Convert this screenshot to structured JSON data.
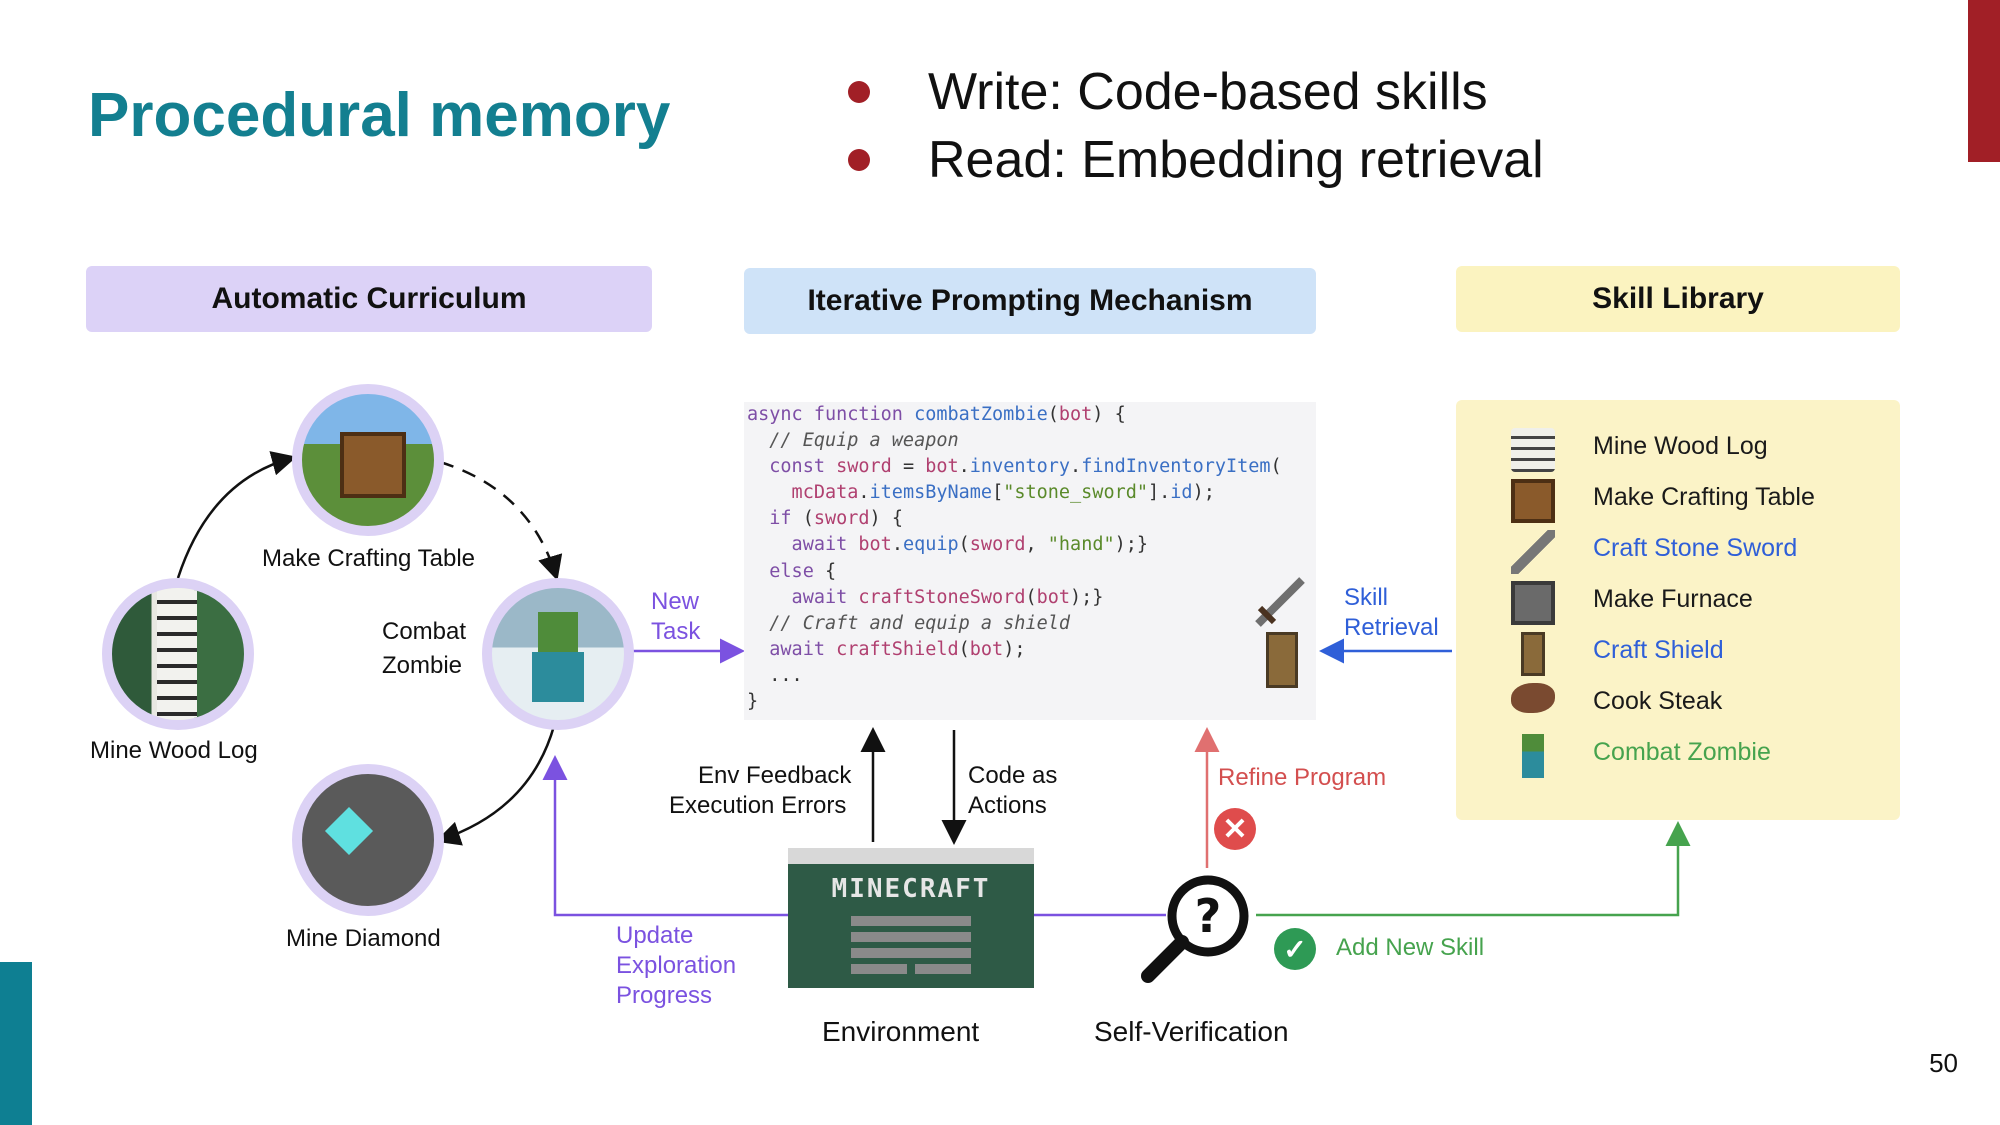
{
  "slide": {
    "title": "Procedural memory",
    "bullets": [
      "Write: Code-based skills",
      "Read: Embedding retrieval"
    ],
    "page_number": "50",
    "accent_color": "#137f90",
    "bullet_color": "#a11f26"
  },
  "diagram": {
    "headers": {
      "curriculum": "Automatic Curriculum",
      "prompting": "Iterative Prompting Mechanism",
      "library": "Skill Library"
    },
    "curriculum_nodes": {
      "crafting_table": "Make Crafting Table",
      "combat_zombie_1": "Combat",
      "combat_zombie_2": "Zombie",
      "wood_log": "Mine Wood Log",
      "diamond": "Mine Diamond"
    },
    "new_task": [
      "New",
      "Task"
    ],
    "skill_retrieval": [
      "Skill",
      "Retrieval"
    ],
    "env_feedback": [
      "Env Feedback",
      "Execution Errors"
    ],
    "code_actions": [
      "Code as",
      "Actions"
    ],
    "refine_program": "Refine Program",
    "update_progress": [
      "Update",
      "Exploration",
      "Progress"
    ],
    "add_new_skill": "Add New Skill",
    "environment": "Environment",
    "self_verification": "Self-Verification",
    "minecraft_logo": "MINECRAFT",
    "library_items": [
      {
        "label": "Mine Wood  Log",
        "color": "#1a1a1a",
        "icon": "birch-log-icon"
      },
      {
        "label": "Make Crafting Table",
        "color": "#1a1a1a",
        "icon": "crafting-table-icon"
      },
      {
        "label": "Craft Stone Sword",
        "color": "#2f5fd8",
        "icon": "stone-sword-icon"
      },
      {
        "label": "Make Furnace",
        "color": "#1a1a1a",
        "icon": "furnace-icon"
      },
      {
        "label": "Craft Shield",
        "color": "#2f5fd8",
        "icon": "shield-icon"
      },
      {
        "label": "Cook Steak",
        "color": "#1a1a1a",
        "icon": "steak-icon"
      },
      {
        "label": "Combat Zombie",
        "color": "#46a34e",
        "icon": "zombie-icon"
      }
    ],
    "code_lines": [
      [
        [
          "kw",
          "async function "
        ],
        [
          "fn",
          "combatZombie"
        ],
        [
          "pl",
          "("
        ],
        [
          "id",
          "bot"
        ],
        [
          "pl",
          ") {"
        ]
      ],
      [
        [
          "cm",
          "  // Equip a weapon"
        ]
      ],
      [
        [
          "kw",
          "  const "
        ],
        [
          "id",
          "sword"
        ],
        [
          "pl",
          " = "
        ],
        [
          "id",
          "bot"
        ],
        [
          "pl",
          "."
        ],
        [
          "fn",
          "inventory"
        ],
        [
          "pl",
          "."
        ],
        [
          "fn",
          "findInventoryItem"
        ],
        [
          "pl",
          "("
        ]
      ],
      [
        [
          "id",
          "    mcData"
        ],
        [
          "pl",
          "."
        ],
        [
          "fn",
          "itemsByName"
        ],
        [
          "pl",
          "["
        ],
        [
          "str",
          "\"stone_sword\""
        ],
        [
          "pl",
          "]."
        ],
        [
          "fn",
          "id"
        ],
        [
          "pl",
          ");"
        ]
      ],
      [
        [
          "kw",
          "  if "
        ],
        [
          "pl",
          "("
        ],
        [
          "id",
          "sword"
        ],
        [
          "pl",
          ") {"
        ]
      ],
      [
        [
          "kw",
          "    await "
        ],
        [
          "id",
          "bot"
        ],
        [
          "pl",
          "."
        ],
        [
          "fn",
          "equip"
        ],
        [
          "pl",
          "("
        ],
        [
          "id",
          "sword"
        ],
        [
          "pl",
          ", "
        ],
        [
          "str",
          "\"hand\""
        ],
        [
          "pl",
          ");}"
        ]
      ],
      [
        [
          "kw",
          "  else "
        ],
        [
          "pl",
          "{"
        ]
      ],
      [
        [
          "kw",
          "    await "
        ],
        [
          "id",
          "craftStoneSword"
        ],
        [
          "pl",
          "("
        ],
        [
          "id",
          "bot"
        ],
        [
          "pl",
          ");}"
        ]
      ],
      [
        [
          "cm",
          "  // Craft and equip a shield"
        ]
      ],
      [
        [
          "kw",
          "  await "
        ],
        [
          "id",
          "craftShield"
        ],
        [
          "pl",
          "("
        ],
        [
          "id",
          "bot"
        ],
        [
          "pl",
          ");"
        ]
      ],
      [
        [
          "pl",
          "  ..."
        ]
      ],
      [
        [
          "pl",
          "}"
        ]
      ]
    ]
  }
}
